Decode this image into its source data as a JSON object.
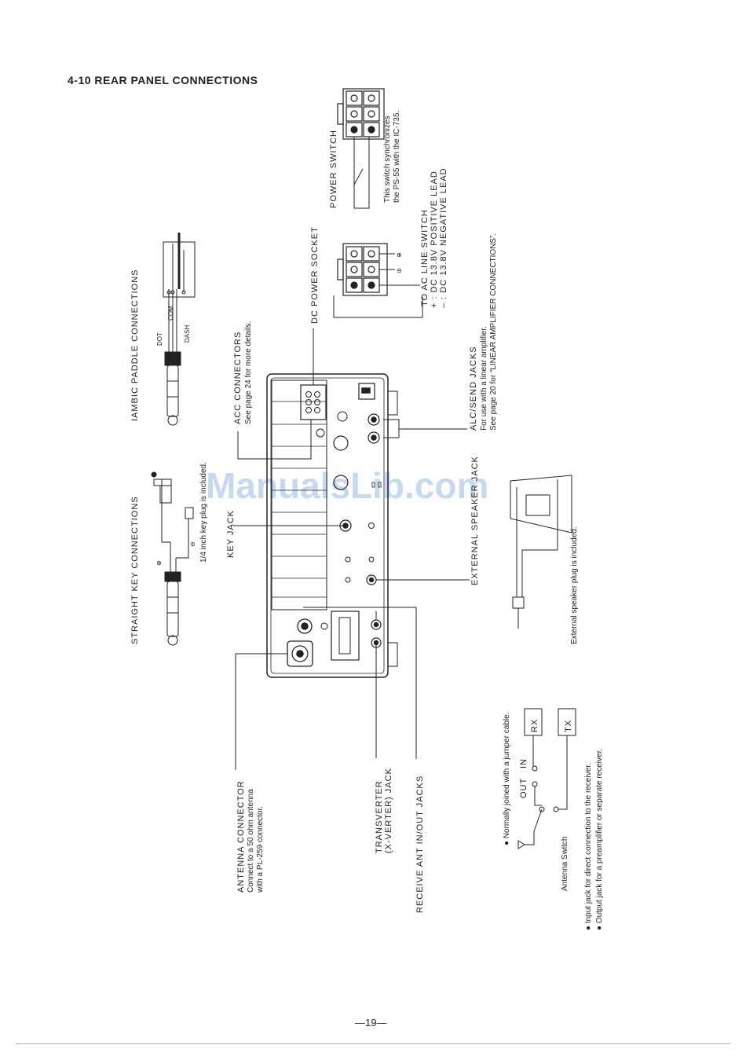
{
  "title": "4-10 REAR PANEL CONNECTIONS",
  "page_number": "—19—",
  "watermark": "ManualsLib.com",
  "labels": {
    "straight_key": "STRAIGHT KEY CONNECTIONS",
    "key_plug_note": "1/4 inch key plug is included.",
    "iambic": "IAMBIC PADDLE CONNECTIONS",
    "dot": "DOT",
    "com": "COM",
    "dash": "DASH",
    "key_jack": "KEY JACK",
    "acc": "ACC CONNECTORS",
    "acc_sub": "See page 24 for more details.",
    "dc_socket": "DC POWER SOCKET",
    "to_ac": "TO AC LINE SWITCH",
    "dc_pos": "+ : DC 13.8V POSITIVE LEAD",
    "dc_neg": "– : DC 13.8V NEGATIVE LEAD",
    "power_switch": "POWER SWITCH",
    "ps_note1": "This switch synchronizes",
    "ps_note2": "the PS-55 with the IC-735.",
    "alc": "ALC/SEND JACKS",
    "alc_sub1": "For use with a linear amplifier.",
    "alc_sub2": "See page 20 for “LINEAR AMPLIFIER CONNECTIONS”.",
    "ext_spk": "EXTERNAL SPEAKER JACK",
    "ext_spk_note": "External speaker plug is included.",
    "antenna": "ANTENNA CONNECTOR",
    "antenna_sub1": "Connect to a 50 ohm antenna",
    "antenna_sub2": "with a PL-259 connector.",
    "transverter1": "TRANSVERTER",
    "transverter2": "(X-VERTER) JACK",
    "receive_ant": "RECEIVE ANT IN/OUT JACKS",
    "jumper_note": "● Normally joined with a jumper cable.",
    "out": "OUT",
    "in": "IN",
    "rx": "RX",
    "tx": "TX",
    "antenna_switch": "Antenna Switch",
    "input_note": "● Input jack for direct connection to the receiver.",
    "output_note": "● Output jack for a preamplifier or separate receiver."
  }
}
